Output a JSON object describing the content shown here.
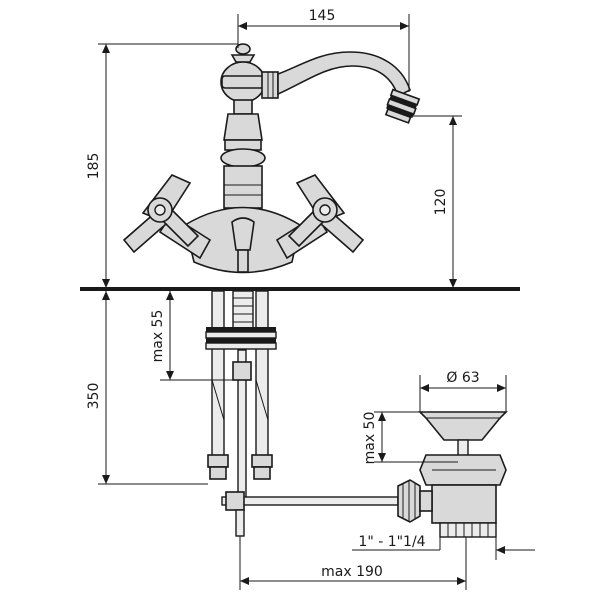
{
  "dimensions": {
    "spout_reach": "145",
    "total_height": "185",
    "spout_height": "120",
    "deck_thickness": "max 55",
    "under_length": "350",
    "waste_diameter": "Ø 63",
    "waste_travel": "max 50",
    "thread": "1\" - 1\"1/4",
    "rod_length": "max 190"
  },
  "colors": {
    "line": "#1a1a1a",
    "body_fill": "#d9d9d9",
    "background": "#ffffff"
  }
}
